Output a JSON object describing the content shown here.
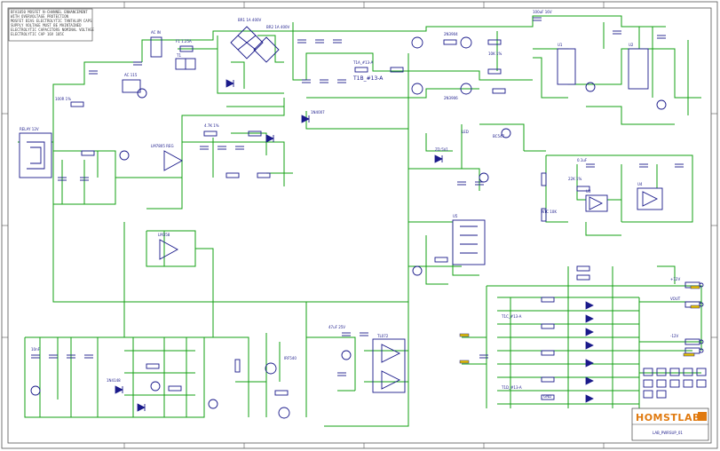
{
  "notes": {
    "line1": "BFA1050 MOSFET  N-CHANNEL ENHANCEMENT",
    "line2": "WITH OVERVOLTAGE PROTECTION",
    "line3": "MOSFET BIAS  ELECTROLYTIC TANTALUM CAPS",
    "line4": "SUPPLY VOLTAGE MUST BE  MAINTAINED",
    "line5": "ELECTROLYTIC CAPACITORS NOMINAL VOLTAGE",
    "line6": "ELECTROLYTIC CAP 16V 105C"
  },
  "labels": {
    "ac_in": "AC IN",
    "ac_out": "AC 115",
    "fuse": "F1 1.25A",
    "bridge": "BR1 1A 400V",
    "bridge2": "BR2 1A 400V",
    "transformer": "T1",
    "tr1": "T1A_#13-A",
    "tr2": "T1B_#13-A",
    "tr3": "T1C_#13-A",
    "tr4": "T1D_#13-A",
    "opamp1": "LM7805 REG",
    "opamp2": "LM358",
    "opamp3": "TL072",
    "q1": "2N3904",
    "q2": "2N3906",
    "q3": "BC547",
    "r1": "10K 1%",
    "r2": "4.7K 1%",
    "r3": "100R 1%",
    "r4": "22K 1%",
    "c1": "100uF 16V",
    "c2": "0.1uF",
    "c3": "47uF 25V",
    "c4": "10nF",
    "d1": "1N4148",
    "d2": "1N4007",
    "zener": "ZD 5V1",
    "vcc": "+12V",
    "vee": "-12V",
    "gnd": "GND",
    "vout": "VOUT",
    "mosfet": "IRF540",
    "relay": "RELAY 12V",
    "led": "LED",
    "ntc": "NTC 10K",
    "ic1": "U1",
    "ic2": "U2",
    "ic3": "U3",
    "ic4": "U4",
    "ic5": "U5"
  },
  "title_block": {
    "logo": "HOMSTLAB",
    "title": "LAB_PWRSUP_01"
  },
  "colors": {
    "wire": "#13a013",
    "component": "#1a1a8a",
    "logo_orange": "#e07a10",
    "border": "#555555"
  }
}
